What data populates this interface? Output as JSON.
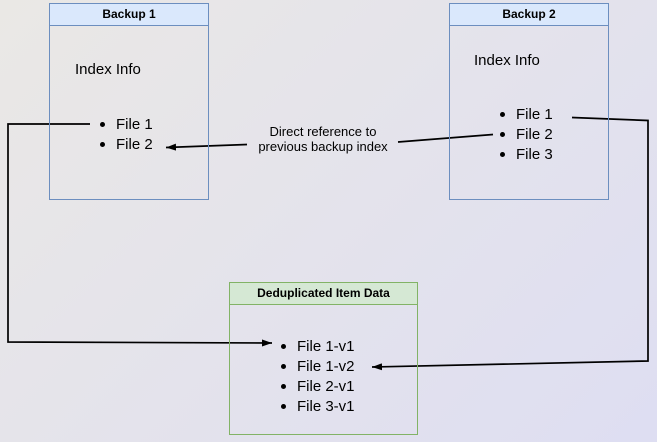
{
  "backup1": {
    "title": "Backup 1",
    "section_label": "Index Info",
    "files": [
      "File 1",
      "File 2"
    ]
  },
  "backup2": {
    "title": "Backup 2",
    "section_label": "Index Info",
    "files": [
      "File 1",
      "File 2",
      "File 3"
    ]
  },
  "dedup": {
    "title": "Deduplicated Item Data",
    "items": [
      "File 1-v1",
      "File 1-v2",
      "File 2-v1",
      "File 3-v1"
    ]
  },
  "annotation": {
    "line1": "Direct reference to",
    "line2": "previous backup index"
  },
  "colors": {
    "blue_fill": "#dae8fc",
    "blue_border": "#6c8ebf",
    "green_fill": "#d5e8d4",
    "green_border": "#82b366",
    "arrow": "#000000",
    "bg_top_left": "#eae8e5",
    "bg_bottom_right": "#dedef2"
  }
}
